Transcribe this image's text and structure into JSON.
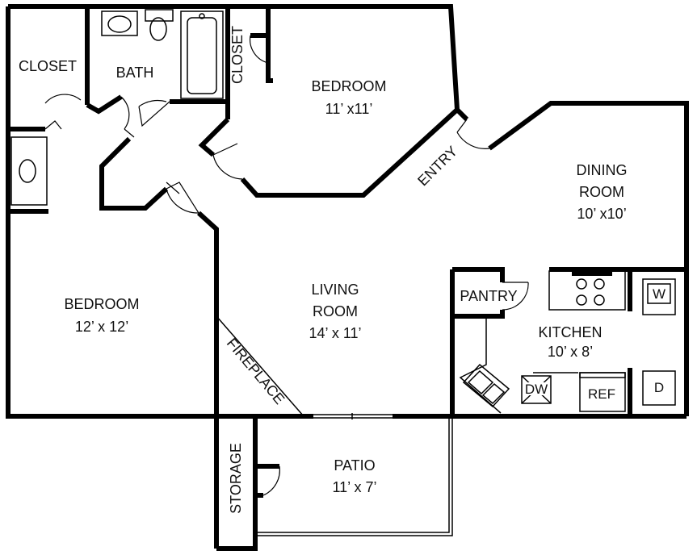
{
  "rooms": {
    "closet_left": {
      "name": "CLOSET"
    },
    "bath": {
      "name": "BATH"
    },
    "closet_vertical": {
      "name": "CLOSET"
    },
    "bedroom_top": {
      "name": "BEDROOM",
      "size": "11’ x11’"
    },
    "entry": {
      "name": "ENTRY"
    },
    "dining": {
      "name_line1": "DINING",
      "name_line2": "ROOM",
      "size": "10’ x10’"
    },
    "bedroom_left": {
      "name": "BEDROOM",
      "size": "12’ x 12’"
    },
    "living": {
      "name_line1": "LIVING",
      "name_line2": "ROOM",
      "size": "14’ x 11’"
    },
    "fireplace": {
      "name": "FIREPLACE"
    },
    "pantry": {
      "name": "PANTRY"
    },
    "kitchen": {
      "name": "KITCHEN",
      "size": "10’ x 8’"
    },
    "patio": {
      "name": "PATIO",
      "size": "11’ x 7’"
    },
    "storage": {
      "name": "STORAGE"
    }
  },
  "appliances": {
    "washer": "W",
    "dryer": "D",
    "refrigerator": "REF",
    "dishwasher": "DW"
  }
}
